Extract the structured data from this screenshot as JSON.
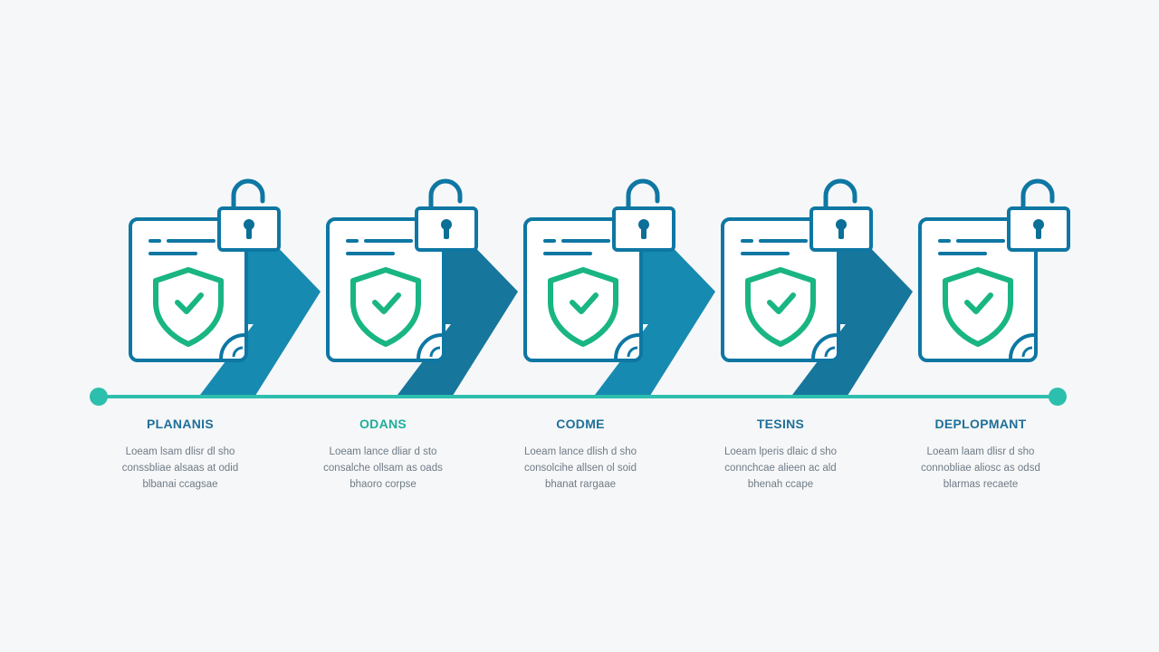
{
  "colors": {
    "background": "#f6f7f8",
    "arrow": "#0a84ad",
    "arrow_dark": "#0b6f97",
    "outline": "#0e77a3",
    "shield": "#19b583",
    "timeline": "#2dbfae",
    "title_teal": "#1fae9c",
    "text_muted": "#6f7b86"
  },
  "steps": [
    {
      "title": "PLANANIS",
      "desc": [
        "Loeam lsam dlisr dl sho",
        "conssbliae alsaas at odid",
        "blbanai ccagsae"
      ],
      "icons": [
        "document-icon",
        "shield-check-icon",
        "padlock-icon"
      ]
    },
    {
      "title": "ODANS",
      "desc": [
        "Loeam lance dliar d sto",
        "consalche ollsam as oads",
        "bhaoro corpse"
      ],
      "icons": [
        "document-icon",
        "shield-check-icon",
        "padlock-icon"
      ]
    },
    {
      "title": "CODME",
      "desc": [
        "Loeam lance dlish d sho",
        "consolcihe allsen ol soid",
        "bhanat rargaae"
      ],
      "icons": [
        "document-icon",
        "shield-check-icon",
        "padlock-icon"
      ]
    },
    {
      "title": "TESINS",
      "desc": [
        "Loeam lperis dlaic d sho",
        "connchcae alieen ac ald",
        "bhenah ccape"
      ],
      "icons": [
        "document-icon",
        "shield-check-icon",
        "padlock-icon"
      ]
    },
    {
      "title": "DEPLOPMANT",
      "desc": [
        "Loeam laam dlisr d sho",
        "connobliae aliosc as odsd",
        "blarmas recaete"
      ],
      "icons": [
        "document-icon",
        "shield-check-icon",
        "padlock-icon"
      ]
    }
  ]
}
